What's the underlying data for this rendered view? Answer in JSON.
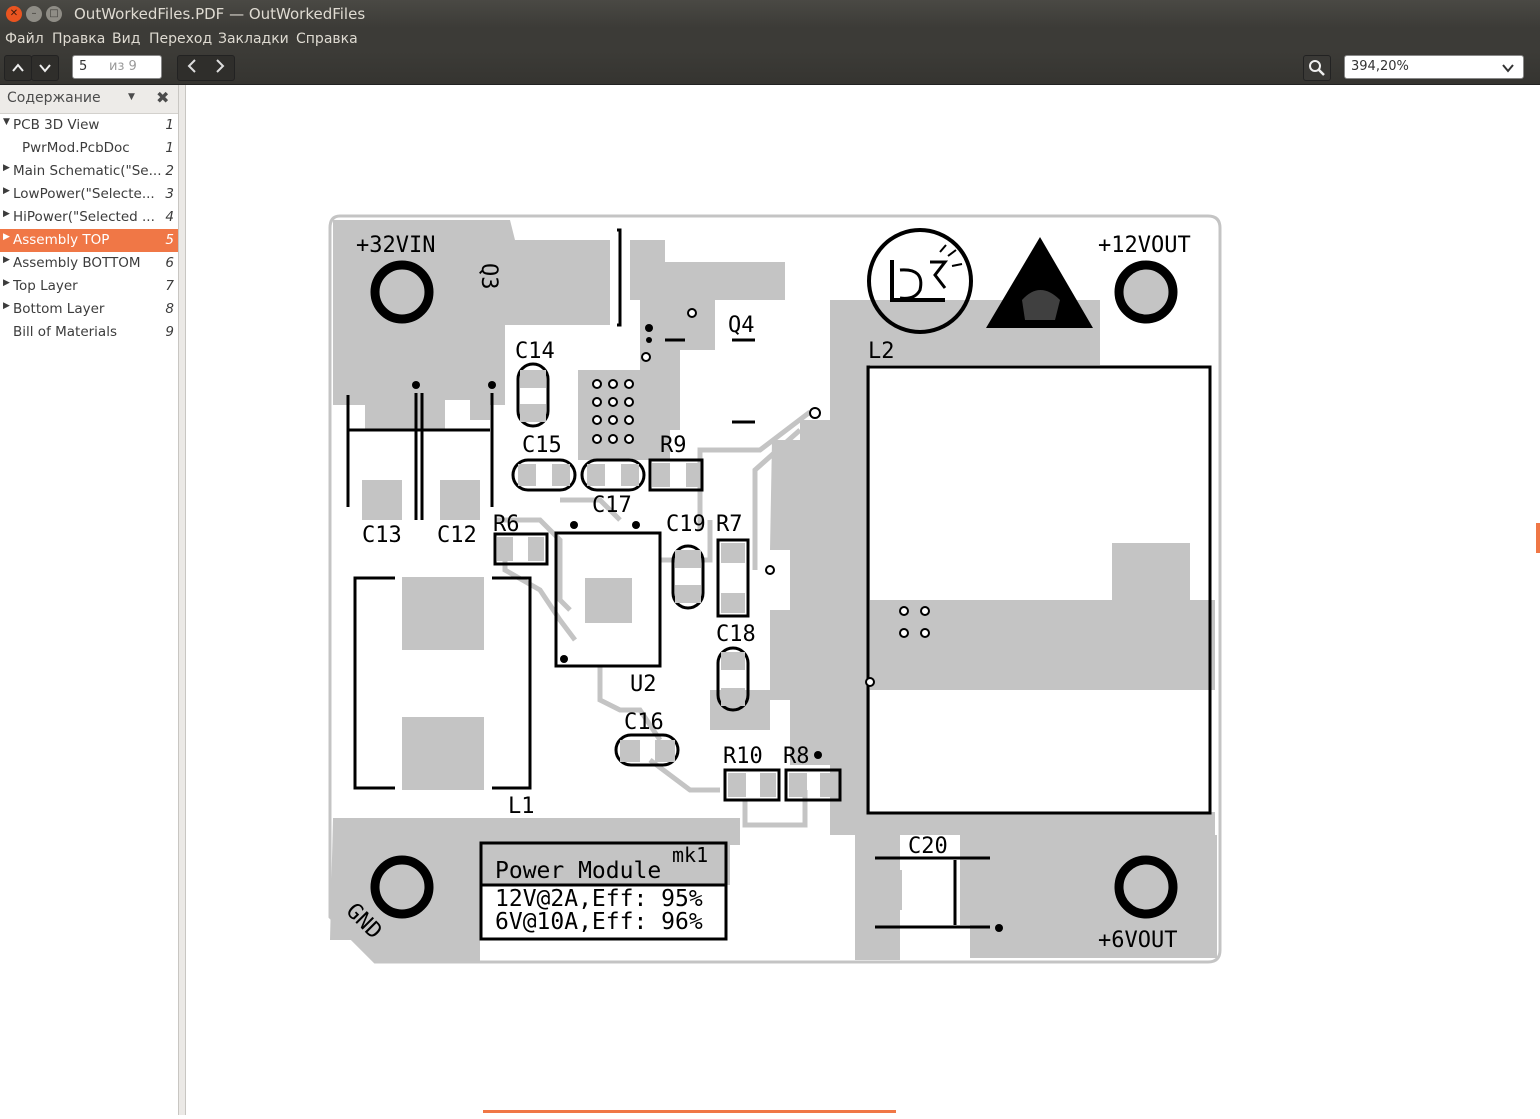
{
  "window": {
    "title": "OutWorkedFiles.PDF — OutWorkedFiles"
  },
  "menu": [
    "Файл",
    "Правка",
    "Вид",
    "Переход",
    "Закладки",
    "Справка"
  ],
  "toolbar": {
    "page_current": "5",
    "page_of": "из 9",
    "zoom": "394,20%"
  },
  "sidebar": {
    "header": "Содержание",
    "items": [
      {
        "label": "PCB 3D View",
        "page": "1"
      },
      {
        "label": "PwrMod.PcbDoc",
        "page": "1"
      },
      {
        "label": "Main Schematic(\"Se...",
        "page": "2"
      },
      {
        "label": "LowPower(\"Selecte...",
        "page": "3"
      },
      {
        "label": "HiPower(\"Selected ...",
        "page": "4"
      },
      {
        "label": "Assembly TOP",
        "page": "5"
      },
      {
        "label": "Assembly BOTTOM",
        "page": "6"
      },
      {
        "label": "Top Layer",
        "page": "7"
      },
      {
        "label": "Bottom Layer",
        "page": "8"
      },
      {
        "label": "Bill of Materials",
        "page": "9"
      }
    ]
  },
  "pcb": {
    "labels": {
      "vin": "+32VIN",
      "vout12": "+12VOUT",
      "vout6": "+6VOUT",
      "gnd": "GND",
      "q3": "Q3",
      "q4": "Q4",
      "l1": "L1",
      "l2": "L2",
      "c12": "C12",
      "c13": "C13",
      "c14": "C14",
      "c15": "C15",
      "c16": "C16",
      "c17": "C17",
      "c18": "C18",
      "c19": "C19",
      "c20": "C20",
      "r6": "R6",
      "r7": "R7",
      "r8": "R8",
      "r9": "R9",
      "r10": "R10",
      "u2": "U2"
    },
    "info_box": {
      "title": "Power Module",
      "rev": "mk1",
      "line1": "12V@2A,Eff: 95%",
      "line2": "6V@10A,Eff: 96%"
    }
  },
  "colors": {
    "accent": "#f07746",
    "copper": "#c4c4c4",
    "silk": "#000000"
  }
}
